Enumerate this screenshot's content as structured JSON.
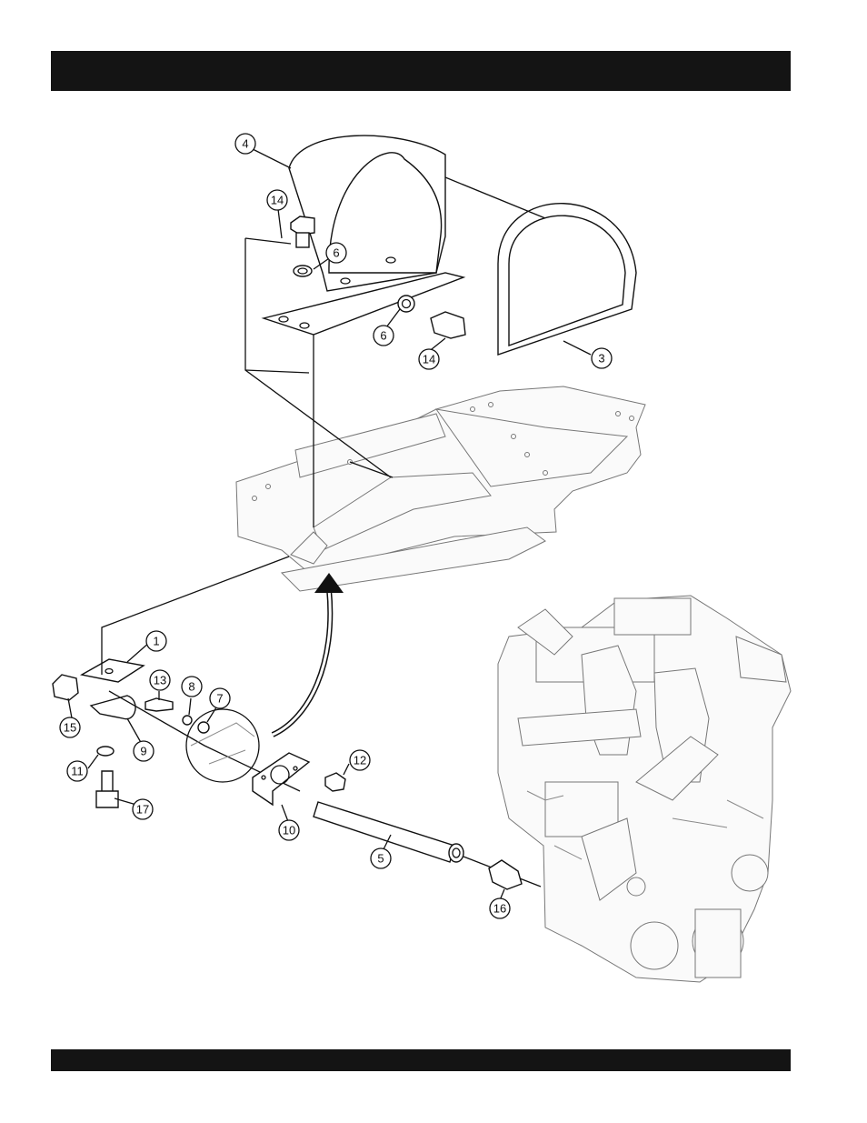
{
  "callouts": {
    "c1": "1",
    "c3": "3",
    "c4": "4",
    "c5": "5",
    "c6a": "6",
    "c6b": "6",
    "c7": "7",
    "c8": "8",
    "c9": "9",
    "c10": "10",
    "c11": "11",
    "c12": "12",
    "c13": "13",
    "c14a": "14",
    "c14b": "14",
    "c15": "15",
    "c16": "16",
    "c17": "17"
  }
}
